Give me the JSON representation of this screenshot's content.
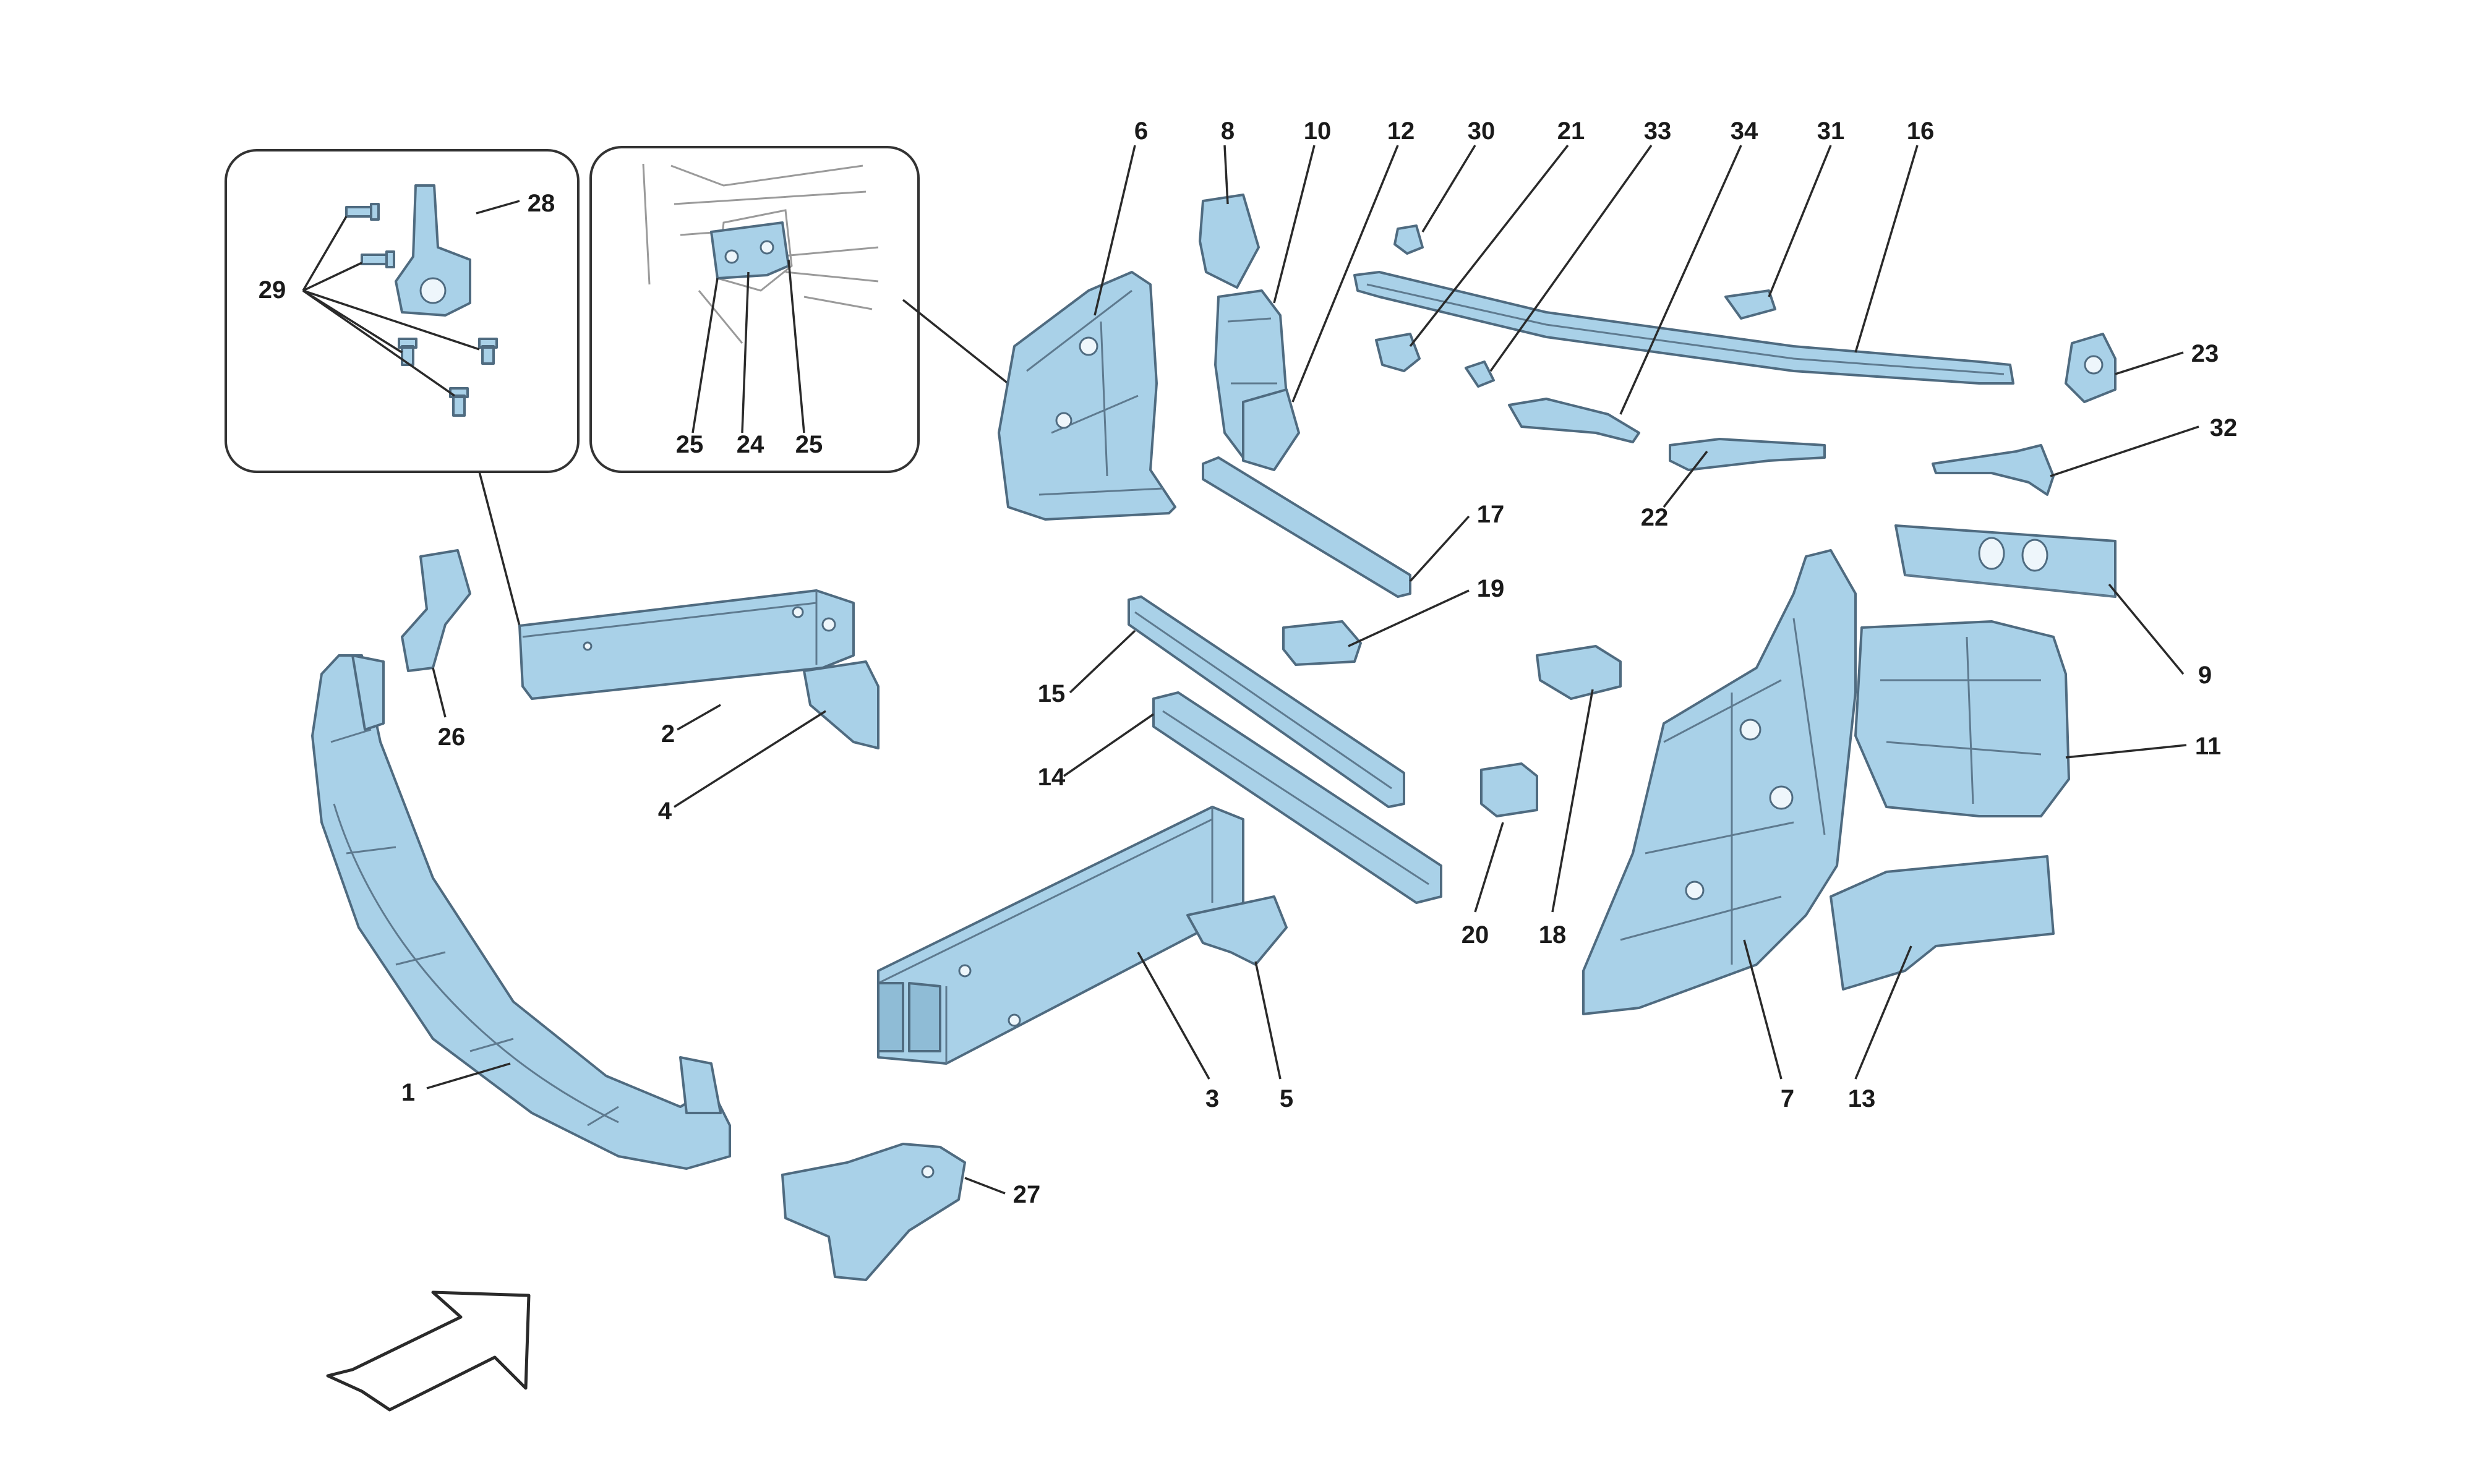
{
  "diagram": {
    "palette": {
      "part_fill": "#a9d1e8",
      "part_outline": "#4f6b80",
      "ink": "#1a1a1a",
      "background": "#ffffff"
    },
    "callouts": {
      "c1": "1",
      "c2": "2",
      "c3": "3",
      "c4": "4",
      "c5": "5",
      "c6": "6",
      "c7": "7",
      "c8": "8",
      "c9": "9",
      "c10": "10",
      "c11": "11",
      "c12": "12",
      "c13": "13",
      "c14": "14",
      "c15": "15",
      "c16": "16",
      "c17": "17",
      "c18": "18",
      "c19": "19",
      "c20": "20",
      "c21": "21",
      "c22": "22",
      "c23": "23",
      "c24": "24",
      "c25a": "25",
      "c25b": "25",
      "c26": "26",
      "c27": "27",
      "c28": "28",
      "c29": "29",
      "c30": "30",
      "c31": "31",
      "c32": "32",
      "c33": "33",
      "c34": "34"
    },
    "direction_arrow": "front-direction-arrow-icon"
  }
}
